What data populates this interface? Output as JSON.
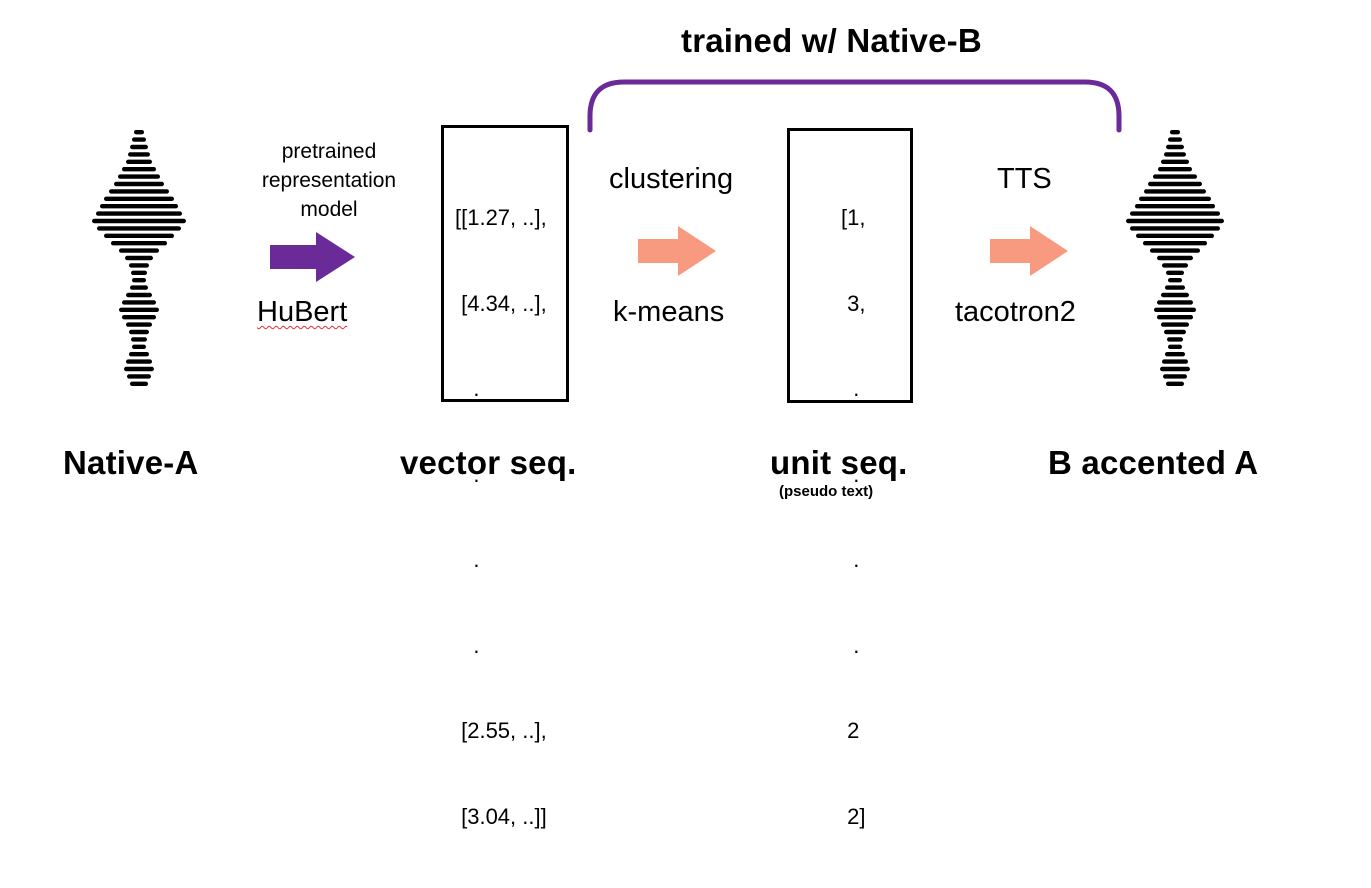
{
  "bracket_title": "trained w/ Native-B",
  "colors": {
    "purple": "#6a2a98",
    "salmon": "#f79a80",
    "bracket": "#6a2a98"
  },
  "native_a": {
    "label": "Native-A",
    "icon": "waveform-icon"
  },
  "step1": {
    "top_lines": [
      "pretrained",
      "representation",
      "model"
    ],
    "bottom": "HuBert",
    "arrow": "arrow-right-icon"
  },
  "vector_seq": {
    "lines": [
      "[[1.27, ..],",
      " [4.34, ..],",
      "   .",
      "   .",
      "   .",
      "   .",
      " [2.55, ..],",
      " [3.04, ..]]"
    ],
    "label": "vector seq."
  },
  "step2": {
    "top": "clustering",
    "bottom": "k-means",
    "arrow": "arrow-right-icon"
  },
  "unit_seq": {
    "lines": [
      "[1,",
      " 3,",
      "  .",
      "  .",
      "  .",
      "  .",
      " 2",
      " 2]"
    ],
    "label": "unit seq.",
    "sublabel": "(pseudo text)"
  },
  "step3": {
    "top": "TTS",
    "bottom": "tacotron2",
    "arrow": "arrow-right-icon"
  },
  "b_accented": {
    "label": "B accented A",
    "icon": "waveform-icon"
  }
}
